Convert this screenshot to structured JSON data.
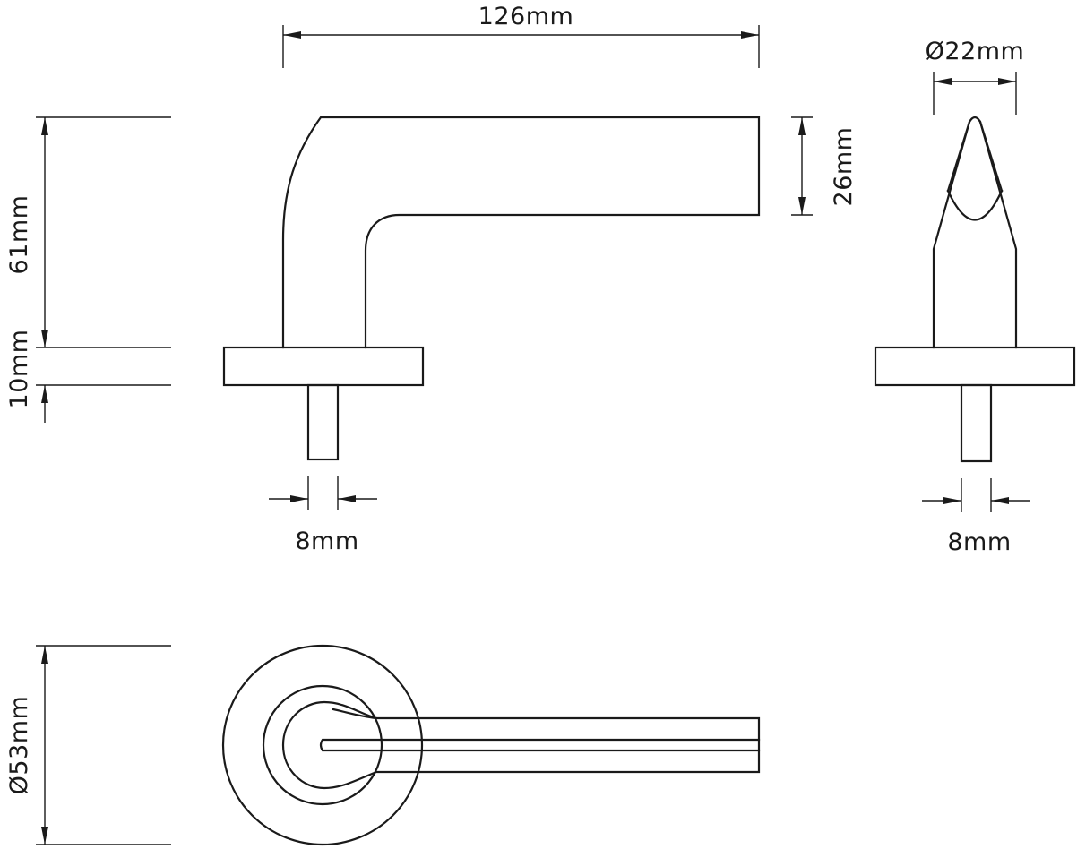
{
  "drawing": {
    "line_color": "#1a1a1a",
    "background": "#ffffff",
    "views": [
      "side-view",
      "end-view",
      "top-view"
    ]
  },
  "dimensions": {
    "handle_length": "126mm",
    "handle_diameter": "Ø22mm",
    "lever_height": "26mm",
    "handle_height": "61mm",
    "rose_thickness": "10mm",
    "spindle_side": "8mm",
    "spindle_end": "8mm",
    "rose_diameter": "Ø53mm"
  }
}
